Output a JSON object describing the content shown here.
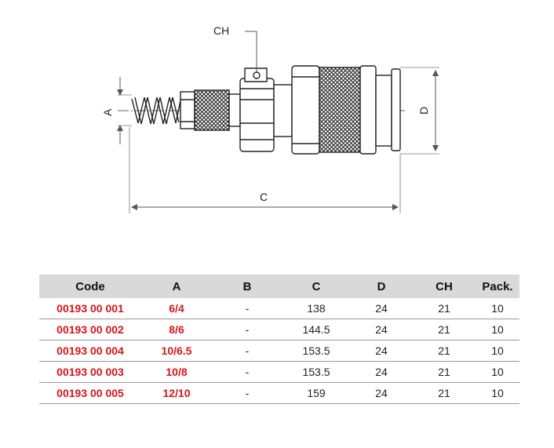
{
  "drawing_labels": {
    "ch": "CH",
    "a": "A",
    "d": "D",
    "c": "C"
  },
  "colors": {
    "accent_red": "#d6141b",
    "header_bg": "#d9d9d9",
    "line": "#222222",
    "dim_line": "#777777"
  },
  "table": {
    "headers": [
      "Code",
      "A",
      "B",
      "C",
      "D",
      "CH",
      "Pack."
    ],
    "rows": [
      [
        "00193 00 001",
        "6/4",
        "-",
        "138",
        "24",
        "21",
        "10"
      ],
      [
        "00193 00 002",
        "8/6",
        "-",
        "144.5",
        "24",
        "21",
        "10"
      ],
      [
        "00193 00 004",
        "10/6.5",
        "-",
        "153.5",
        "24",
        "21",
        "10"
      ],
      [
        "00193 00 003",
        "10/8",
        "-",
        "153.5",
        "24",
        "21",
        "10"
      ],
      [
        "00193 00 005",
        "12/10",
        "-",
        "159",
        "24",
        "21",
        "10"
      ]
    ]
  }
}
